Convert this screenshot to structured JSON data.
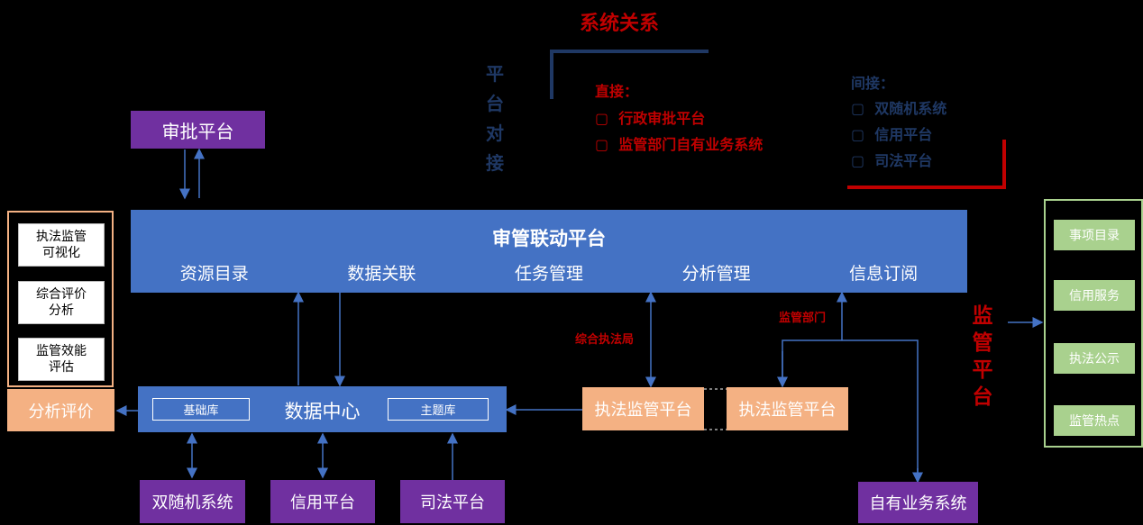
{
  "title": "系统关系",
  "platform_dock": "平台对接",
  "direct": {
    "heading": "直接：",
    "items": [
      "行政审批平台",
      "监管部门自有业务系统"
    ],
    "bullet": "▢"
  },
  "indirect": {
    "heading": "间接：",
    "items": [
      "双随机系统",
      "信用平台",
      "司法平台"
    ],
    "bullet": "▢"
  },
  "approval_platform": "审批平台",
  "linkage": {
    "title": "审管联动平台",
    "modules": [
      "资源目录",
      "数据关联",
      "任务管理",
      "分析管理",
      "信息订阅"
    ]
  },
  "left_panel": [
    "执法监管\n可视化",
    "综合评价\n分析",
    "监管效能\n评估"
  ],
  "analysis": "分析评价",
  "data_center": {
    "title": "数据中心",
    "base": "基础库",
    "theme": "主题库"
  },
  "enforce_1": "执法监管平台",
  "enforce_2": "执法监管平台",
  "label_bureau": "综合执法局",
  "label_dept": "监管部门",
  "bottom_systems": [
    "双随机系统",
    "信用平台",
    "司法平台"
  ],
  "own_system": "自有业务系统",
  "supervision_platform": "监管平台",
  "right_panel": [
    "事项目录",
    "信用服务",
    "执法公示",
    "监管热点"
  ],
  "colors": {
    "background": "#000000",
    "purple": "#7030a0",
    "blue": "#4472c4",
    "orange": "#f4b183",
    "green": "#a9d18e",
    "red": "#c00000",
    "navy": "#1f3864"
  }
}
